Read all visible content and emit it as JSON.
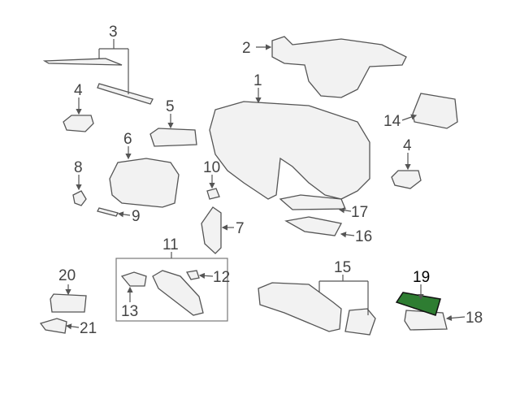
{
  "diagram": {
    "callouts": [
      "1",
      "2",
      "3",
      "4",
      "4",
      "5",
      "6",
      "7",
      "8",
      "9",
      "10",
      "11",
      "12",
      "13",
      "14",
      "15",
      "16",
      "17",
      "18",
      "19",
      "20",
      "21"
    ],
    "selected_callout": "19",
    "highlight_color": "#2e7d32"
  }
}
